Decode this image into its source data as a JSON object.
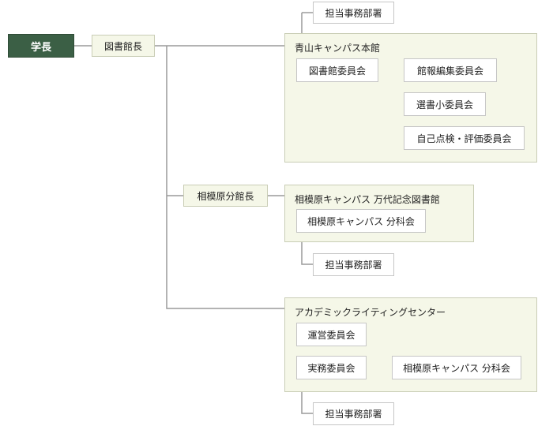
{
  "president": "学長",
  "library_director": "図書館長",
  "sagamihara_director": "相模原分館長",
  "top_staff": "担当事務部署",
  "aoyama": {
    "title": "青山キャンパス本館",
    "committee": "図書館委員会",
    "subcommittees": [
      "館報編集委員会",
      "選書小委員会",
      "自己点検・評価委員会"
    ]
  },
  "sagamihara": {
    "title": "相模原キャンパス 万代記念図書館",
    "subcommittee": "相模原キャンパス 分科会",
    "staff": "担当事務部署"
  },
  "writing_center": {
    "title": "アカデミックライティングセンター",
    "operations": "運営委員会",
    "practical": "実務委員会",
    "sagamihara_sub": "相模原キャンパス 分科会",
    "staff": "担当事務部署"
  }
}
